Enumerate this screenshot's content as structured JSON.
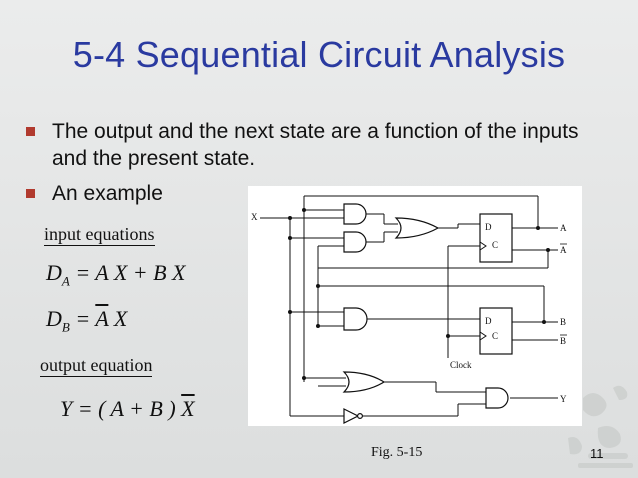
{
  "slide": {
    "title": "5-4 Sequential Circuit Analysis",
    "bullets": [
      "The output and the next state are a function of the inputs and the present state.",
      "An example"
    ],
    "input_heading": "input equations",
    "eq_da": {
      "lhs": "D",
      "sub": "A",
      "rhs": "= A X + B X"
    },
    "eq_db": {
      "lhs": "D",
      "sub": "B",
      "eq": "=",
      "bar": "A",
      "rest": "X"
    },
    "output_heading": "output equation",
    "eq_y": {
      "lhs": "Y = ( A + B )",
      "bar": "X"
    },
    "figure_caption": "Fig. 5-15",
    "page_number": "11",
    "accent_color": "#2a3aa0",
    "bullet_color": "#b13a2e"
  },
  "circuit": {
    "labels": {
      "x_in": "X",
      "clock": "Clock",
      "ff_a_d": "D",
      "ff_a_c": "C",
      "ff_b_d": "D",
      "ff_b_c": "C",
      "out_a": "A",
      "out_a_bar": "A",
      "out_b": "B",
      "out_b_bar": "B",
      "out_y": "Y"
    }
  }
}
